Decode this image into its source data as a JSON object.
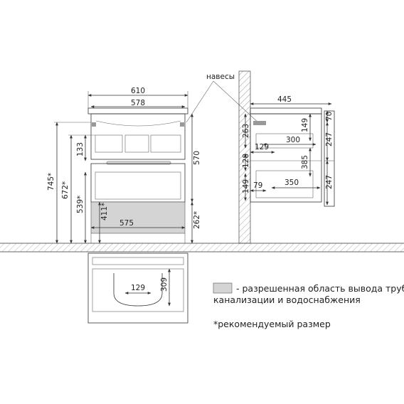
{
  "labels": {
    "hinges": "навесы",
    "legend_zone": "- разрешенная область вывода труб",
    "legend_zone_2": "канализации и водоснабжения",
    "footnote": "*рекомендуемый размер"
  },
  "front": {
    "overall_width": "610",
    "inner_width": "578",
    "base_width": "575",
    "body_height": "570",
    "drawer_height": "133",
    "h_745": "745*",
    "h_672": "672*",
    "h_539": "539*",
    "h_411": "411*",
    "h_262": "262*"
  },
  "side": {
    "depth": "445",
    "d_300": "300",
    "d_129": "129",
    "d_350": "350",
    "d_79": "79",
    "v_149": "149",
    "v_385": "385",
    "v_263": "263",
    "v_128": "128",
    "v_149b": "149",
    "v_70": "70",
    "v_247a": "247",
    "v_247b": "247"
  },
  "plan": {
    "cut_width": "129",
    "cut_depth": "309"
  },
  "colors": {
    "pipe_zone": "#d4d4d4",
    "lines": "#333333"
  }
}
